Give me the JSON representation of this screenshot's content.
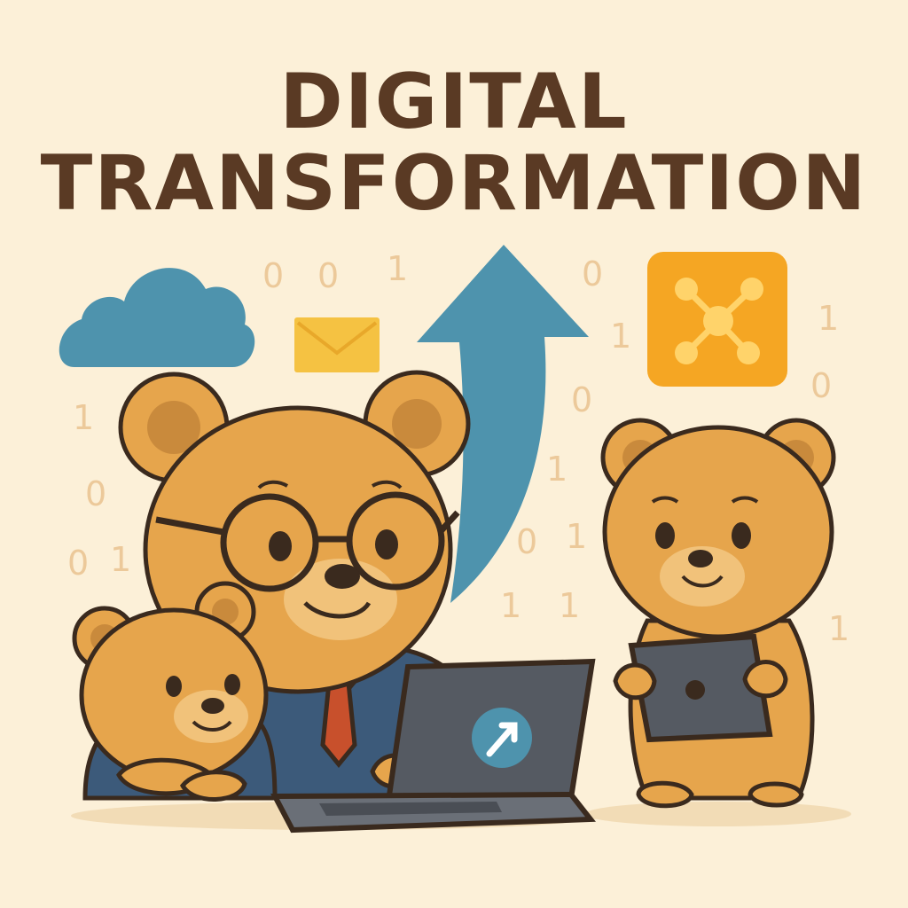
{
  "title": {
    "line1": "DIGITAL",
    "line2": "TRANSFORMATION"
  },
  "binary_digits": [
    "0",
    "0",
    "1",
    "0",
    "1",
    "1",
    "0",
    "1",
    "0",
    "1",
    "0",
    "0",
    "1",
    "0",
    "1",
    "0",
    "1",
    "1",
    "1",
    "1"
  ],
  "colors": {
    "background": "#fcf0d8",
    "title": "#5a3a24",
    "bear_fur": "#e6a54c",
    "bear_outline": "#3a2a1e",
    "cloud": "#4e93ad",
    "arrow": "#4e93ad",
    "envelope": "#f5c242",
    "network_tile": "#f5a623",
    "digits": "#ecc99a",
    "suit": "#3c5a7a",
    "tie": "#c8502c",
    "laptop": "#555a62"
  },
  "icons": [
    "cloud-icon",
    "envelope-icon",
    "growth-arrow-icon",
    "network-icon",
    "laptop-play-icon",
    "tablet-icon"
  ]
}
